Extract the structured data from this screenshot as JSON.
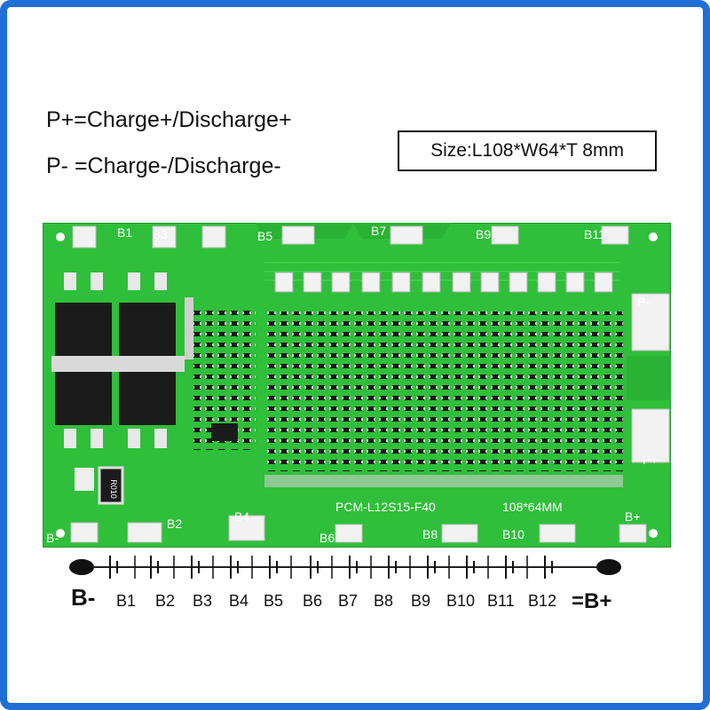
{
  "legend": {
    "p_plus": "P+=Charge+/Discharge+",
    "p_minus": "P- =Charge-/Discharge-"
  },
  "size_label": "Size:L108*W64*T 8mm",
  "board": {
    "model": "PCM-L12S15-F40",
    "dimensions": "108*64MM",
    "pad_labels": {
      "b1": "B1",
      "b3": "B3",
      "b5": "B5",
      "b7": "B7",
      "b9": "B9",
      "b11": "B11",
      "b2": "B2",
      "b4": "B4",
      "b6": "B6",
      "b8": "B8",
      "b10": "B10",
      "b_minus": "B-",
      "b_plus": "B+",
      "p_minus": "P-",
      "p_plus": "P+"
    },
    "resistor_marking": "R010",
    "colors": {
      "pcb": "#2fbf3a",
      "pcb_dark": "#1e9a2a",
      "pad": "#f2f2f2",
      "frame": "#1f6fd6"
    }
  },
  "battery_diagram": {
    "b_minus": "B-",
    "b_plus": "=B+",
    "cells": [
      "B1",
      "B2",
      "B3",
      "B4",
      "B5",
      "B6",
      "B7",
      "B8",
      "B9",
      "B10",
      "B11",
      "B12"
    ]
  }
}
